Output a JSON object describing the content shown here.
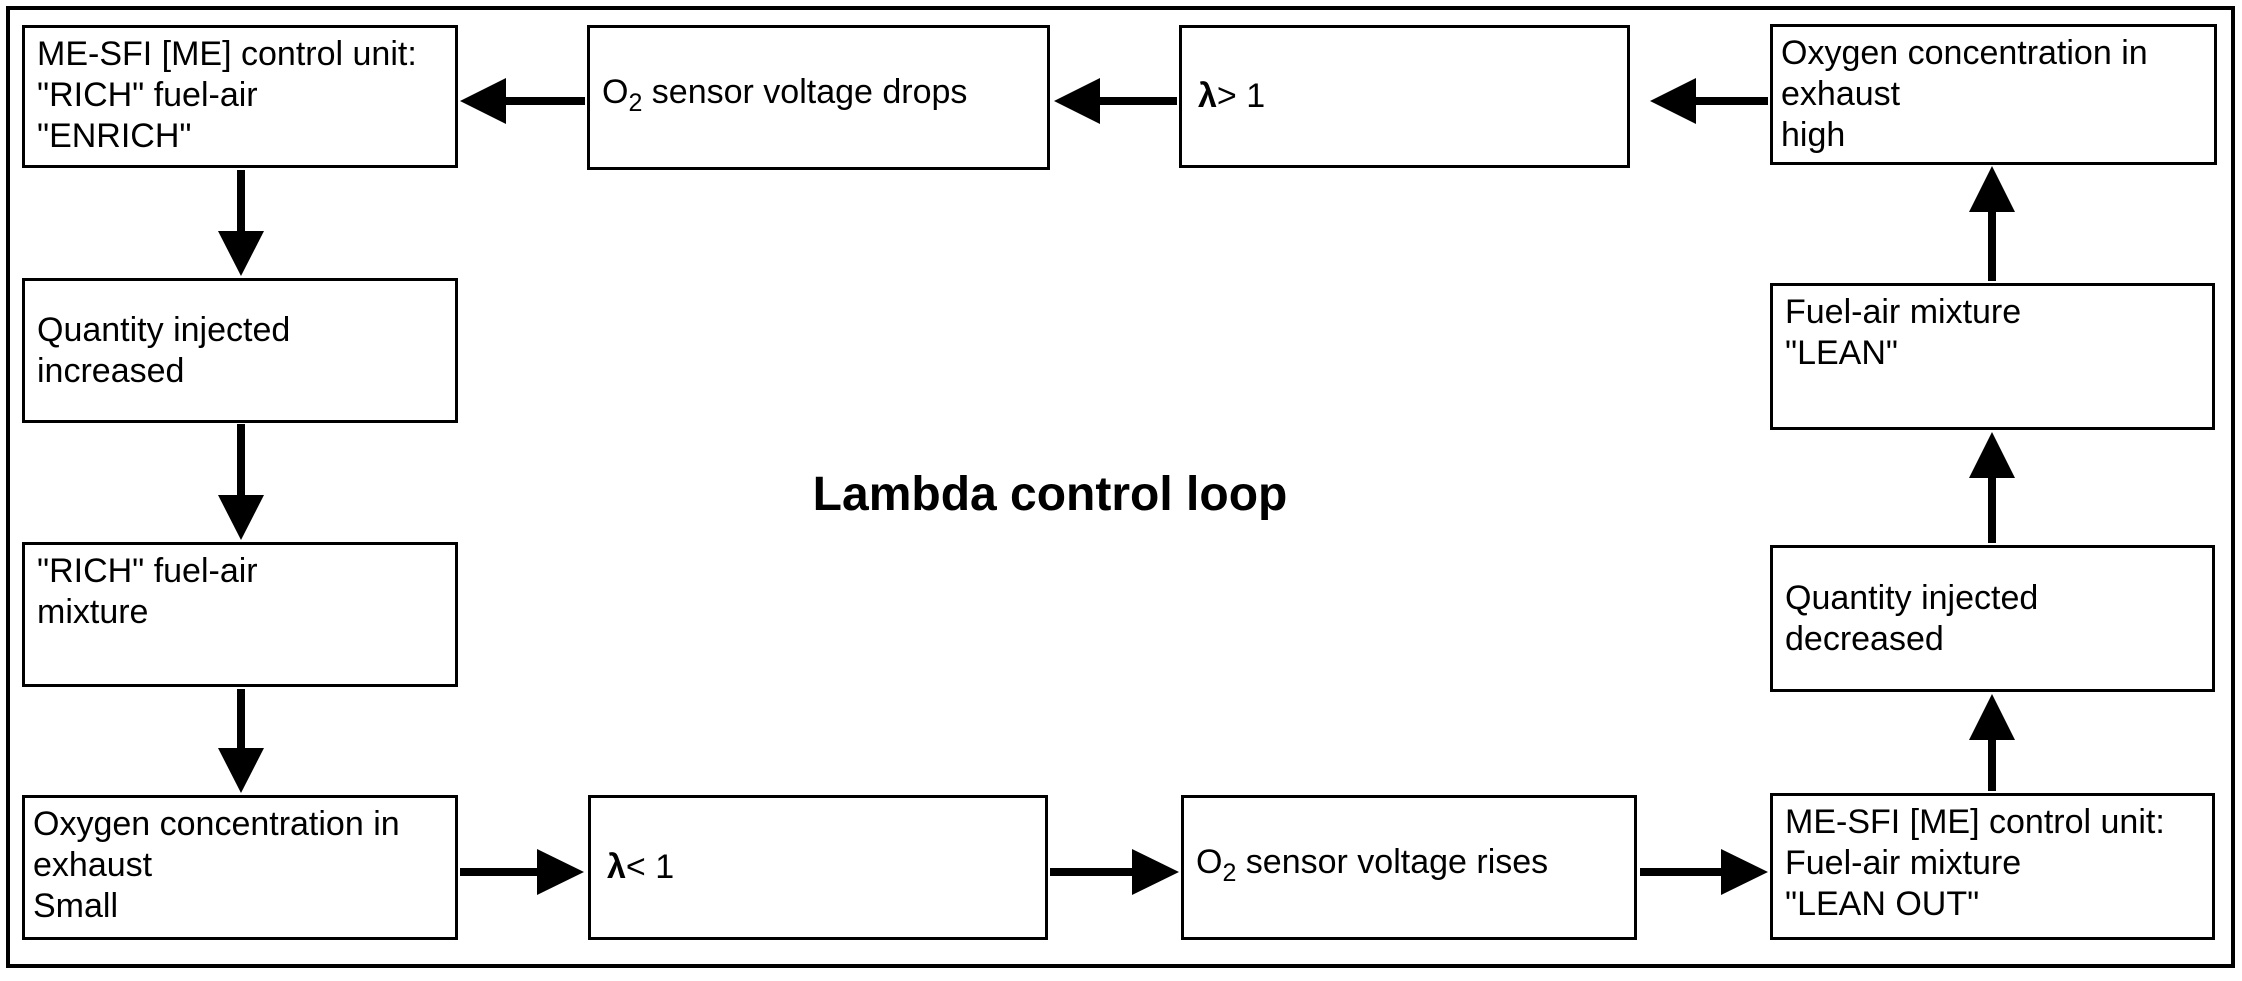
{
  "title": "Lambda control loop",
  "colors": {
    "line": "#000000",
    "background": "#ffffff",
    "text": "#000000"
  },
  "nodes": {
    "ctrl_enrich": {
      "text": "ME-SFI [ME] control unit:\n\"RICH\" fuel-air\n\"ENRICH\""
    },
    "o2_voltage_drops": {
      "pre": "O",
      "sub": "2",
      "post": " sensor voltage drops"
    },
    "lambda_gt_1": {
      "symbol": "λ",
      "rest": "> 1"
    },
    "oxygen_high": {
      "text": "Oxygen concentration in\nexhaust\nhigh"
    },
    "quantity_increased": {
      "text": "Quantity injected increased"
    },
    "rich_mixture": {
      "text": "\"RICH\" fuel-air\nmixture"
    },
    "oxygen_small": {
      "text": "Oxygen concentration in\nexhaust\nSmall"
    },
    "lambda_lt_1": {
      "symbol": "λ",
      "rest": "< 1"
    },
    "o2_voltage_rises": {
      "pre": "O",
      "sub": "2",
      "post": " sensor voltage rises"
    },
    "ctrl_lean_out": {
      "text": "ME-SFI [ME] control unit:\nFuel-air mixture\n\"LEAN OUT\""
    },
    "quantity_decreased": {
      "text": "Quantity injected decreased"
    },
    "lean_mixture": {
      "text": "Fuel-air mixture\n\"LEAN\""
    }
  },
  "edges": [
    {
      "from": "oxygen_high",
      "to": "lambda_gt_1",
      "direction": "left"
    },
    {
      "from": "lambda_gt_1",
      "to": "o2_voltage_drops",
      "direction": "left"
    },
    {
      "from": "o2_voltage_drops",
      "to": "ctrl_enrich",
      "direction": "left"
    },
    {
      "from": "ctrl_enrich",
      "to": "quantity_increased",
      "direction": "down"
    },
    {
      "from": "quantity_increased",
      "to": "rich_mixture",
      "direction": "down"
    },
    {
      "from": "rich_mixture",
      "to": "oxygen_small",
      "direction": "down"
    },
    {
      "from": "oxygen_small",
      "to": "lambda_lt_1",
      "direction": "right"
    },
    {
      "from": "lambda_lt_1",
      "to": "o2_voltage_rises",
      "direction": "right"
    },
    {
      "from": "o2_voltage_rises",
      "to": "ctrl_lean_out",
      "direction": "right"
    },
    {
      "from": "ctrl_lean_out",
      "to": "quantity_decreased",
      "direction": "up"
    },
    {
      "from": "quantity_decreased",
      "to": "lean_mixture",
      "direction": "up"
    },
    {
      "from": "lean_mixture",
      "to": "oxygen_high",
      "direction": "up"
    }
  ]
}
